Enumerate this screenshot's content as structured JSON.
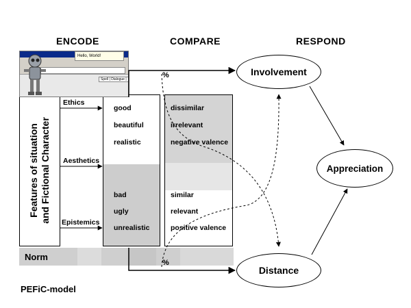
{
  "headers": {
    "encode": "ENCODE",
    "compare": "COMPARE",
    "respond": "RESPOND"
  },
  "features_box": {
    "line1": "Features of situation",
    "line2": "and Fictional Character"
  },
  "dimensions": {
    "ethics": "Ethics",
    "aesthetics": "Aesthetics",
    "epistemics": "Epistemics"
  },
  "encode_values": {
    "positive": [
      "good",
      "beautiful",
      "realistic"
    ],
    "negative": [
      "bad",
      "ugly",
      "unrealistic"
    ]
  },
  "compare_values": {
    "top": [
      "dissimilar",
      "irrelevant",
      "negative valence"
    ],
    "bottom": [
      "similar",
      "relevant",
      "positive valence"
    ]
  },
  "nodes": {
    "involvement": "Involvement",
    "appreciation": "Appreciation",
    "distance": "Distance"
  },
  "percent_top": "%",
  "percent_bottom": "%",
  "norm": "Norm",
  "model_name": "PEFiC-model",
  "screenshot": {
    "hello_text": "Hello, World!",
    "tab_text": "Spell | Dialogue | Set"
  },
  "colors": {
    "shade": "#d4d4d4",
    "shade_light": "#e6e6e6",
    "norm_band": "#cfcfcf"
  }
}
